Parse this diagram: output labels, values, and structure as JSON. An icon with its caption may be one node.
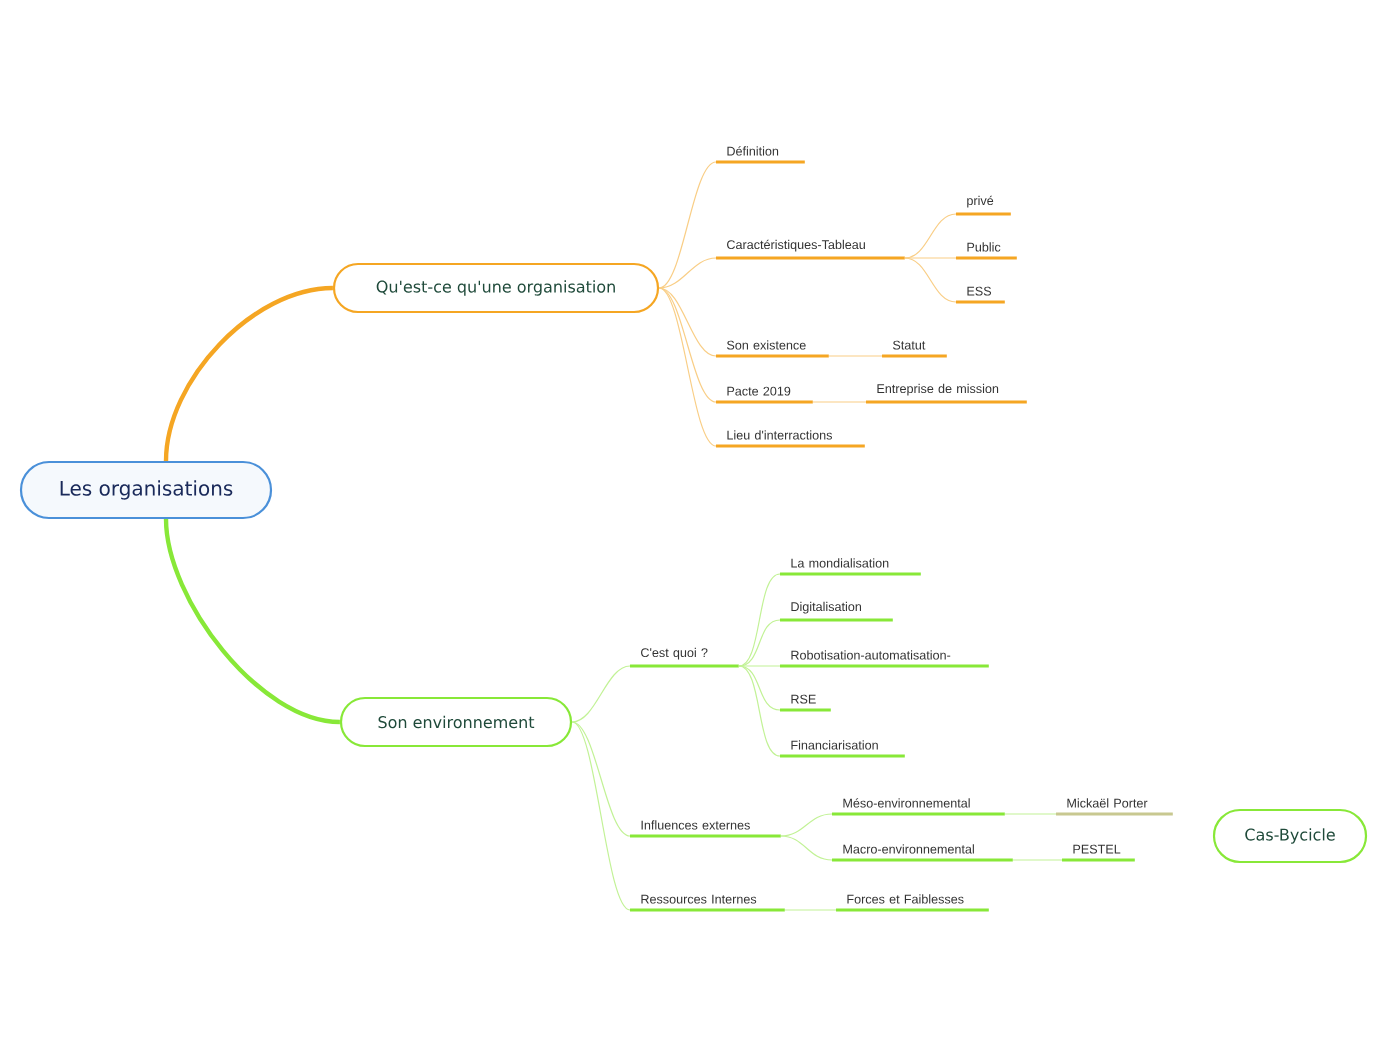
{
  "diagram": {
    "nodes": [
      {
        "text": [
          "Les organisations"
        ]
      },
      {
        "text": [
          "Qu'est-ce qu'une organisation"
        ]
      },
      {
        "text": [
          "Définition"
        ]
      },
      {
        "text": [
          "Caractéristiques-Tableau"
        ]
      },
      {
        "text": [
          "privé"
        ]
      },
      {
        "text": [
          "Public"
        ]
      },
      {
        "text": [
          "ESS"
        ]
      },
      {
        "text": [
          "Son existence"
        ]
      },
      {
        "text": [
          "Statut"
        ]
      },
      {
        "text": [
          "Pacte 2019"
        ]
      },
      {
        "text": [
          "Entreprise de mission"
        ]
      },
      {
        "text": [
          "Lieu d'interractions"
        ]
      },
      {
        "text": [
          "Son environnement"
        ]
      },
      {
        "text": [
          "C'est quoi ?"
        ]
      },
      {
        "text": [
          "La mondialisation"
        ]
      },
      {
        "text": [
          "Digitalisation"
        ]
      },
      {
        "text": [
          "Robotisation-automatisation-"
        ]
      },
      {
        "text": [
          "RSE"
        ]
      },
      {
        "text": [
          "Financiarisation"
        ]
      },
      {
        "text": [
          "Influences externes"
        ]
      },
      {
        "text": [
          "Méso-environnemental"
        ]
      },
      {
        "text": [
          "Mickaël Porter"
        ]
      },
      {
        "text": [
          "Macro-environnemental"
        ]
      },
      {
        "text": [
          "PESTEL"
        ]
      },
      {
        "text": [
          "Ressources Internes"
        ]
      },
      {
        "text": [
          "Forces et Faiblesses"
        ]
      },
      {
        "text": [
          "Cas-Bycicle"
        ]
      }
    ],
    "edges": [
      {
        "from": 0,
        "to": 1,
        "arrow": "none",
        "style": "thick",
        "color": "#f5a623"
      },
      {
        "from": 1,
        "to": 2,
        "arrow": "none",
        "color": "#f9ce86"
      },
      {
        "from": 1,
        "to": 3,
        "arrow": "none",
        "color": "#f9ce86"
      },
      {
        "from": 3,
        "to": 4,
        "arrow": "none",
        "color": "#f9ce86"
      },
      {
        "from": 3,
        "to": 5,
        "arrow": "none",
        "color": "#f9ce86"
      },
      {
        "from": 3,
        "to": 6,
        "arrow": "none",
        "color": "#f9ce86"
      },
      {
        "from": 1,
        "to": 7,
        "arrow": "none",
        "color": "#f9ce86"
      },
      {
        "from": 7,
        "to": 8,
        "arrow": "none",
        "color": "#f9ce86"
      },
      {
        "from": 1,
        "to": 9,
        "arrow": "none",
        "color": "#f9ce86"
      },
      {
        "from": 9,
        "to": 10,
        "arrow": "none",
        "color": "#f9ce86"
      },
      {
        "from": 1,
        "to": 11,
        "arrow": "none",
        "color": "#f9ce86"
      },
      {
        "from": 0,
        "to": 12,
        "arrow": "none",
        "style": "thick",
        "color": "#88e838"
      },
      {
        "from": 12,
        "to": 13,
        "arrow": "none"
      },
      {
        "from": 13,
        "to": 14,
        "arrow": "none"
      },
      {
        "from": 13,
        "to": 15,
        "arrow": "none"
      },
      {
        "from": 13,
        "to": 16,
        "arrow": "none"
      },
      {
        "from": 13,
        "to": 17,
        "arrow": "none"
      },
      {
        "from": 13,
        "to": 18,
        "arrow": "none"
      },
      {
        "from": 12,
        "to": 19,
        "arrow": "none"
      },
      {
        "from": 19,
        "to": 20,
        "arrow": "none"
      },
      {
        "from": 20,
        "to": 21,
        "arrow": "none"
      },
      {
        "from": 19,
        "to": 22,
        "arrow": "none"
      },
      {
        "from": 22,
        "to": 23,
        "arrow": "none"
      },
      {
        "from": 12,
        "to": 24,
        "arrow": "none"
      },
      {
        "from": 24,
        "to": 25,
        "arrow": "none"
      }
    ]
  }
}
